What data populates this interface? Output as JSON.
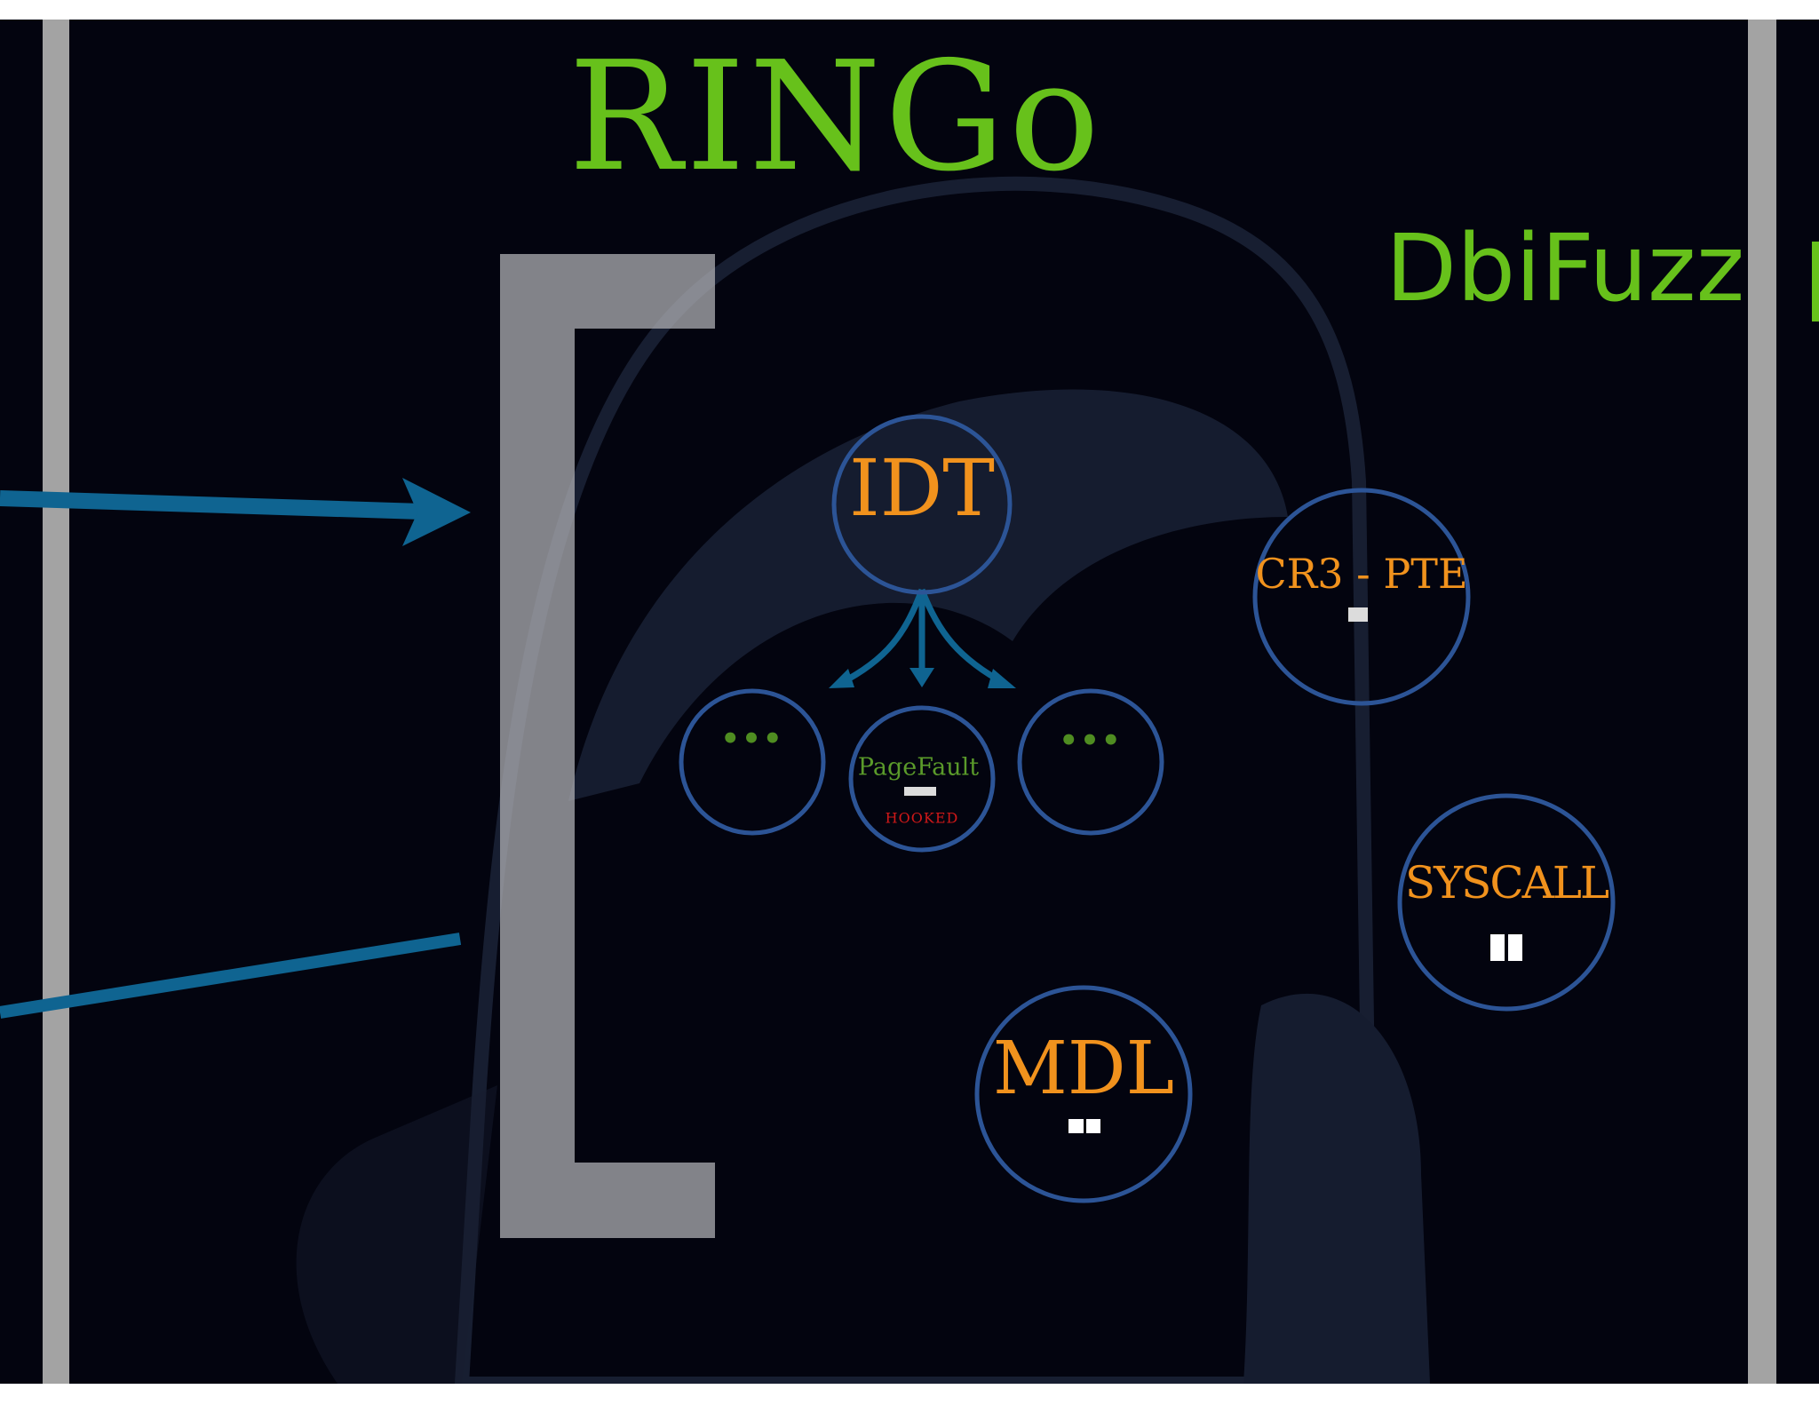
{
  "slide": {
    "title": "RINGo",
    "subtitle": "DbiFuzz"
  },
  "nodes": {
    "idt": "IDT",
    "cr3_pte": "CR3 - PTE",
    "syscall": "SYSCALL",
    "mdl": "MDL",
    "pagefault": "PageFault",
    "hooked": "HOOKED",
    "ellipsis_left": "•••",
    "ellipsis_right": "•••"
  },
  "colors": {
    "background": "#03040f",
    "title_green": "#67c11b",
    "node_orange": "#f1921d",
    "circle_blue": "#2c5496",
    "arrow_blue": "#0f6491",
    "hooked_red": "#d01818"
  }
}
